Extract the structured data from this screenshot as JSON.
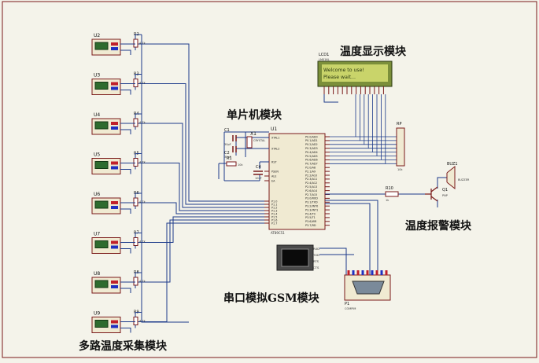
{
  "colors": {
    "background": "#f4f3ea",
    "wire": "#1c3a8a",
    "component_outline": "#7a1a1a",
    "chip_fill": "#f0ead2",
    "lcd_bezel": "#7b8f3a",
    "lcd_screen": "#c9d46a",
    "lcd_text": "#2b3a12",
    "pin_red": "#c0202a",
    "pin_blue": "#2030c0",
    "frame": "#7a1a1a"
  },
  "module_titles": {
    "display": "温度显示模块",
    "mcu": "单片机模块",
    "alarm": "温度报警模块",
    "gsm": "串口模拟GSM模块",
    "sensors": "多路温度采集模块"
  },
  "sensors": [
    {
      "ref": "U2",
      "res": "R2",
      "val": "4.7k"
    },
    {
      "ref": "U3",
      "res": "R3",
      "val": "4.7k"
    },
    {
      "ref": "U4",
      "res": "R4",
      "val": "4.7k"
    },
    {
      "ref": "U5",
      "res": "R5",
      "val": "4.7k"
    },
    {
      "ref": "U6",
      "res": "R6",
      "val": "4.7k"
    },
    {
      "ref": "U7",
      "res": "R7",
      "val": "4.7k"
    },
    {
      "ref": "U8",
      "res": "R8",
      "val": "4.7k"
    },
    {
      "ref": "U9",
      "res": "R9",
      "val": "4.7k"
    }
  ],
  "lcd": {
    "ref": "LCD1",
    "part": "LM016L",
    "line1": "Welcome to use!",
    "line2": "Please wait..."
  },
  "mcu": {
    "ref": "U1",
    "part": "AT89C51",
    "left_pins": [
      "XTAL1",
      "XTAL2",
      "RST",
      "PSEN",
      "ALE",
      "EA",
      "P1.0",
      "P1.1",
      "P1.2",
      "P1.3",
      "P1.4",
      "P1.5",
      "P1.6",
      "P1.7"
    ],
    "right_pins": [
      "P0.0/AD0",
      "P0.1/AD1",
      "P0.2/AD2",
      "P0.3/AD3",
      "P0.4/AD4",
      "P0.5/AD5",
      "P0.6/AD6",
      "P0.7/AD7",
      "P2.0/A8",
      "P2.1/A9",
      "P2.2/A10",
      "P2.3/A11",
      "P2.4/A12",
      "P2.5/A13",
      "P2.6/A14",
      "P2.7/A15",
      "P3.0/RXD",
      "P3.1/TXD",
      "P3.2/INT0",
      "P3.3/INT1",
      "P3.4/T0",
      "P3.5/T1",
      "P3.6/WR",
      "P3.7/RD"
    ]
  },
  "crystal": {
    "ref": "X1",
    "part": "CRYSTAL"
  },
  "caps": [
    {
      "ref": "C1",
      "val": "30pF"
    },
    {
      "ref": "C2",
      "val": "30pF"
    },
    {
      "ref": "C4",
      "val": "10uF"
    }
  ],
  "reset_res": {
    "ref": "R1",
    "val": "10k"
  },
  "resistor_pack": {
    "ref": "RP",
    "val": "10k"
  },
  "r10": {
    "ref": "R10",
    "val": "1k"
  },
  "buzzer": {
    "ref": "BUZ1",
    "part": "BUZZER"
  },
  "transistor": {
    "ref": "Q1",
    "part": "PNP"
  },
  "terminal": {
    "pins": [
      "RXD",
      "TXD",
      "RTS",
      "CTS"
    ]
  },
  "port": {
    "ref": "P1",
    "part": "COMPIM"
  }
}
